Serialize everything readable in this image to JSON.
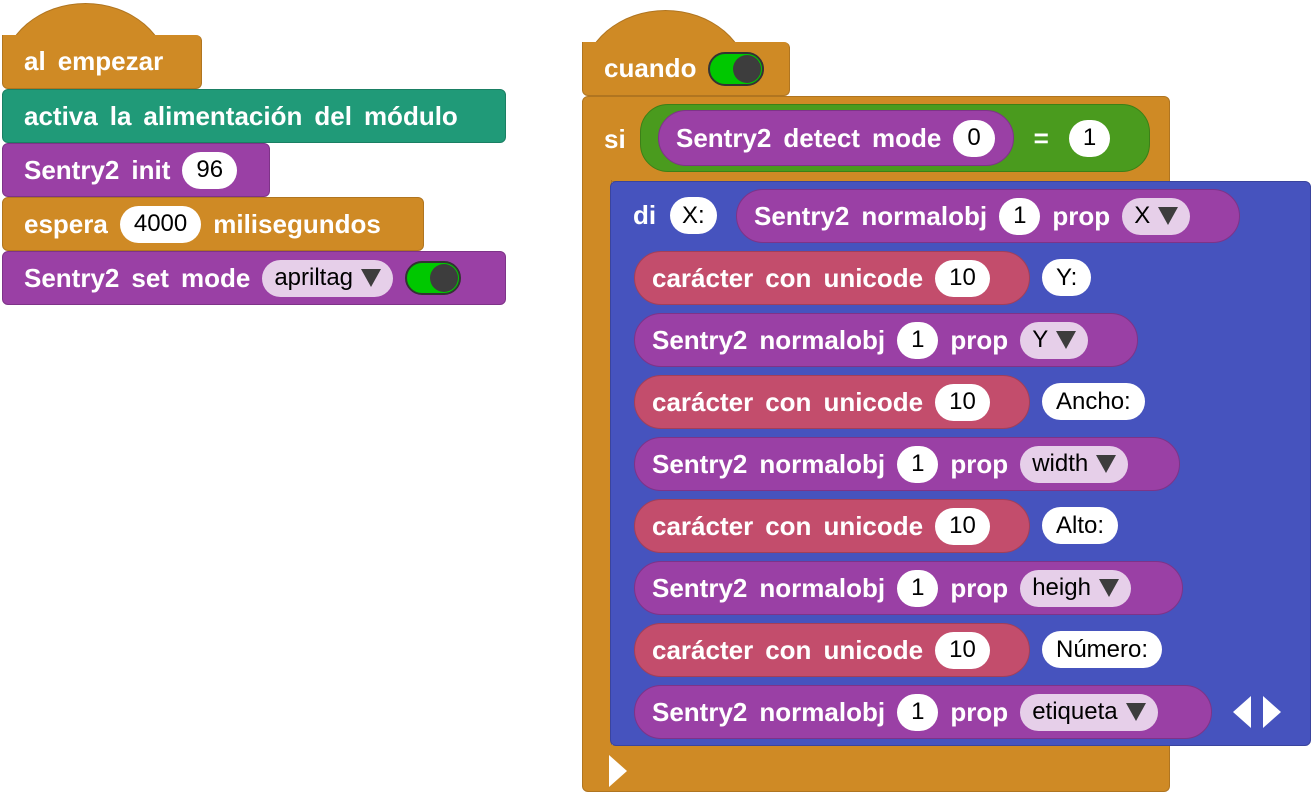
{
  "colors": {
    "events": "#CF8A25",
    "power": "#209A78",
    "sentry": "#9A40A5",
    "text": "#C34D6C",
    "say": "#4653BE",
    "logic": "#4A9B1E"
  },
  "start_stack": {
    "hat": [
      "al",
      "empezar"
    ],
    "power_block": [
      "activa",
      "la",
      "alimentación",
      "del",
      "módulo"
    ],
    "init": {
      "label": [
        "Sentry2",
        "init"
      ],
      "value": "96"
    },
    "wait": {
      "label": "espera",
      "value": "4000",
      "unit": "milisegundos"
    },
    "set_mode": {
      "label": [
        "Sentry2",
        "set",
        "mode"
      ],
      "mode": "apriltag",
      "toggle_on": true
    }
  },
  "when_stack": {
    "hat": "cuando",
    "toggle_on": true,
    "if": {
      "label": "si",
      "detect": [
        "Sentry2",
        "detect",
        "mode"
      ],
      "detect_value": "0",
      "operator": "=",
      "compare_value": "1"
    },
    "say": {
      "label": "di",
      "first_text": "X:",
      "first_obj": {
        "label": [
          "Sentry2",
          "normalobj"
        ],
        "index": "1",
        "prop_label": "prop",
        "prop": "X"
      },
      "rows": [
        {
          "type": "char",
          "label": [
            "carácter",
            "con",
            "unicode"
          ],
          "code": "10",
          "text": "Y:"
        },
        {
          "type": "obj",
          "label": [
            "Sentry2",
            "normalobj"
          ],
          "index": "1",
          "prop_label": "prop",
          "prop": "Y"
        },
        {
          "type": "char",
          "label": [
            "carácter",
            "con",
            "unicode"
          ],
          "code": "10",
          "text": "Ancho:"
        },
        {
          "type": "obj",
          "label": [
            "Sentry2",
            "normalobj"
          ],
          "index": "1",
          "prop_label": "prop",
          "prop": "width"
        },
        {
          "type": "char",
          "label": [
            "carácter",
            "con",
            "unicode"
          ],
          "code": "10",
          "text": "Alto:"
        },
        {
          "type": "obj",
          "label": [
            "Sentry2",
            "normalobj"
          ],
          "index": "1",
          "prop_label": "prop",
          "prop": "heigh"
        },
        {
          "type": "char",
          "label": [
            "carácter",
            "con",
            "unicode"
          ],
          "code": "10",
          "text": "Número:"
        },
        {
          "type": "obj",
          "label": [
            "Sentry2",
            "normalobj"
          ],
          "index": "1",
          "prop_label": "prop",
          "prop": "etiqueta"
        }
      ]
    }
  }
}
